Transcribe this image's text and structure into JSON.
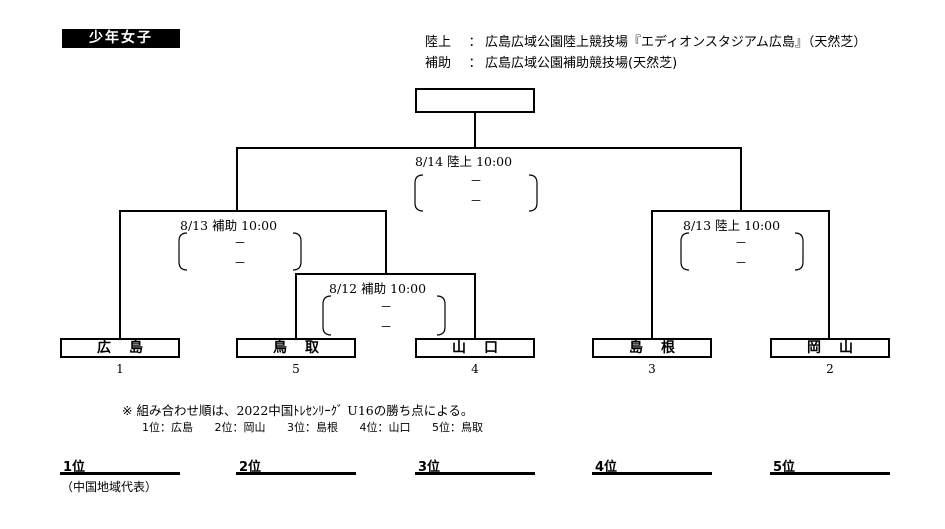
{
  "header": {
    "category": "少年女子",
    "venues": [
      {
        "label": "陸上",
        "sep": "：",
        "name": "広島広域公園陸上競技場『エディオンスタジアム広島』（天然芝）"
      },
      {
        "label": "補助",
        "sep": "：",
        "name": "広島広域公園補助競技場(天然芝)"
      }
    ]
  },
  "teams": [
    {
      "name": "広島",
      "seed": "1"
    },
    {
      "name": "鳥取",
      "seed": "5"
    },
    {
      "name": "山口",
      "seed": "4"
    },
    {
      "name": "島根",
      "seed": "3"
    },
    {
      "name": "岡山",
      "seed": "2"
    }
  ],
  "matches": {
    "final": {
      "date": "8/14",
      "venue": "陸上",
      "time": "10:00",
      "score_a": "－",
      "score_b": "－"
    },
    "semi_left": {
      "date": "8/13",
      "venue": "補助",
      "time": "10:00",
      "score_a": "－",
      "score_b": "－"
    },
    "semi_right": {
      "date": "8/13",
      "venue": "陸上",
      "time": "10:00",
      "score_a": "－",
      "score_b": "－"
    },
    "first_round": {
      "date": "8/12",
      "venue": "補助",
      "time": "10:00",
      "score_a": "－",
      "score_b": "－"
    }
  },
  "note": {
    "mark": "※",
    "text_a": "組み合わせ順は、",
    "year": "2022",
    "text_b": "中国ﾄﾚｾﾝﾘｰｸﾞ",
    "u16": "U16",
    "text_c": "の勝ち点による。"
  },
  "ranking": [
    "1位：広島",
    "2位：岡山",
    "3位：島根",
    "4位：山口",
    "5位：鳥取"
  ],
  "places": {
    "labels": [
      "1位",
      "2位",
      "3位",
      "4位",
      "5位"
    ],
    "representative": "（中国地域代表）"
  }
}
